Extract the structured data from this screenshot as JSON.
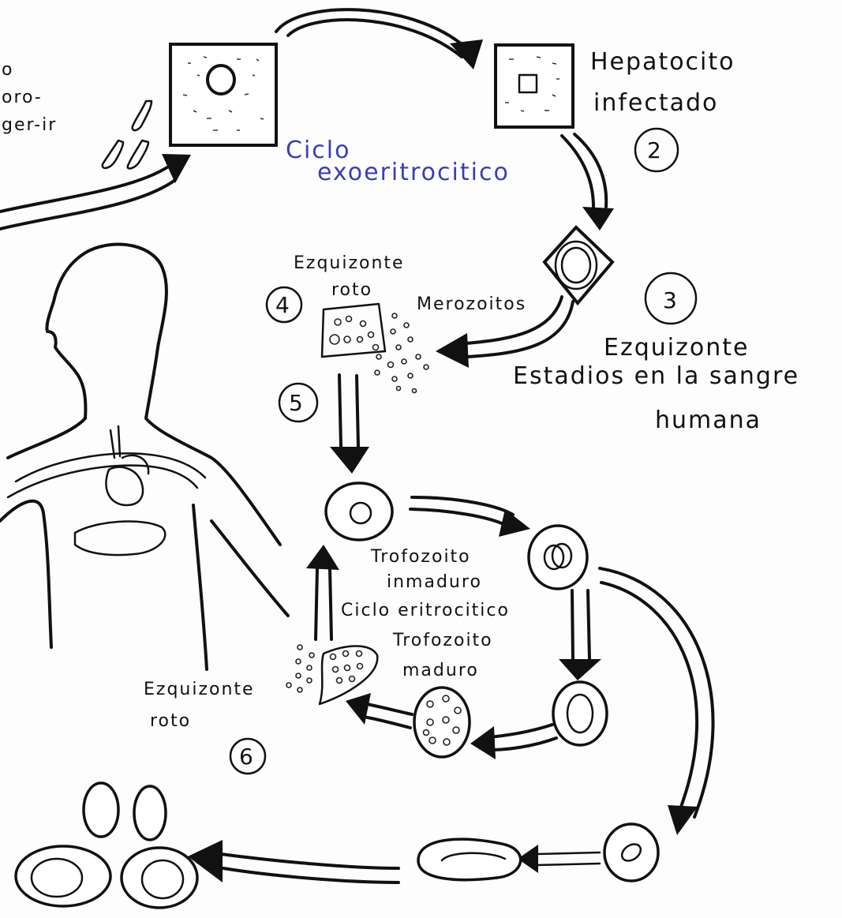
{
  "diagram": {
    "labels": {
      "top_left_fragment": "o\noro-\nger-ir",
      "hepatocyte": "Hepatocito\ninfectado",
      "exo_cycle": "Ciclo\nexoeritrocitico",
      "schizont": "Ezquizonte",
      "blood_stages": "Estadios en la sangre\nhumana",
      "broken_schizont_top": "Ezquizonte\nroto",
      "merozoites": "Merozoitos",
      "immature_trophozoite": "Trofozoito\ninmaduro",
      "erythrocytic_cycle": "Ciclo eritrocitico",
      "mature_trophozoite": "Trofozoito\nmaduro",
      "broken_schizont_bottom": "Ezquizonte\nroto"
    },
    "step_numbers": [
      "2",
      "3",
      "4",
      "5",
      "6"
    ]
  }
}
